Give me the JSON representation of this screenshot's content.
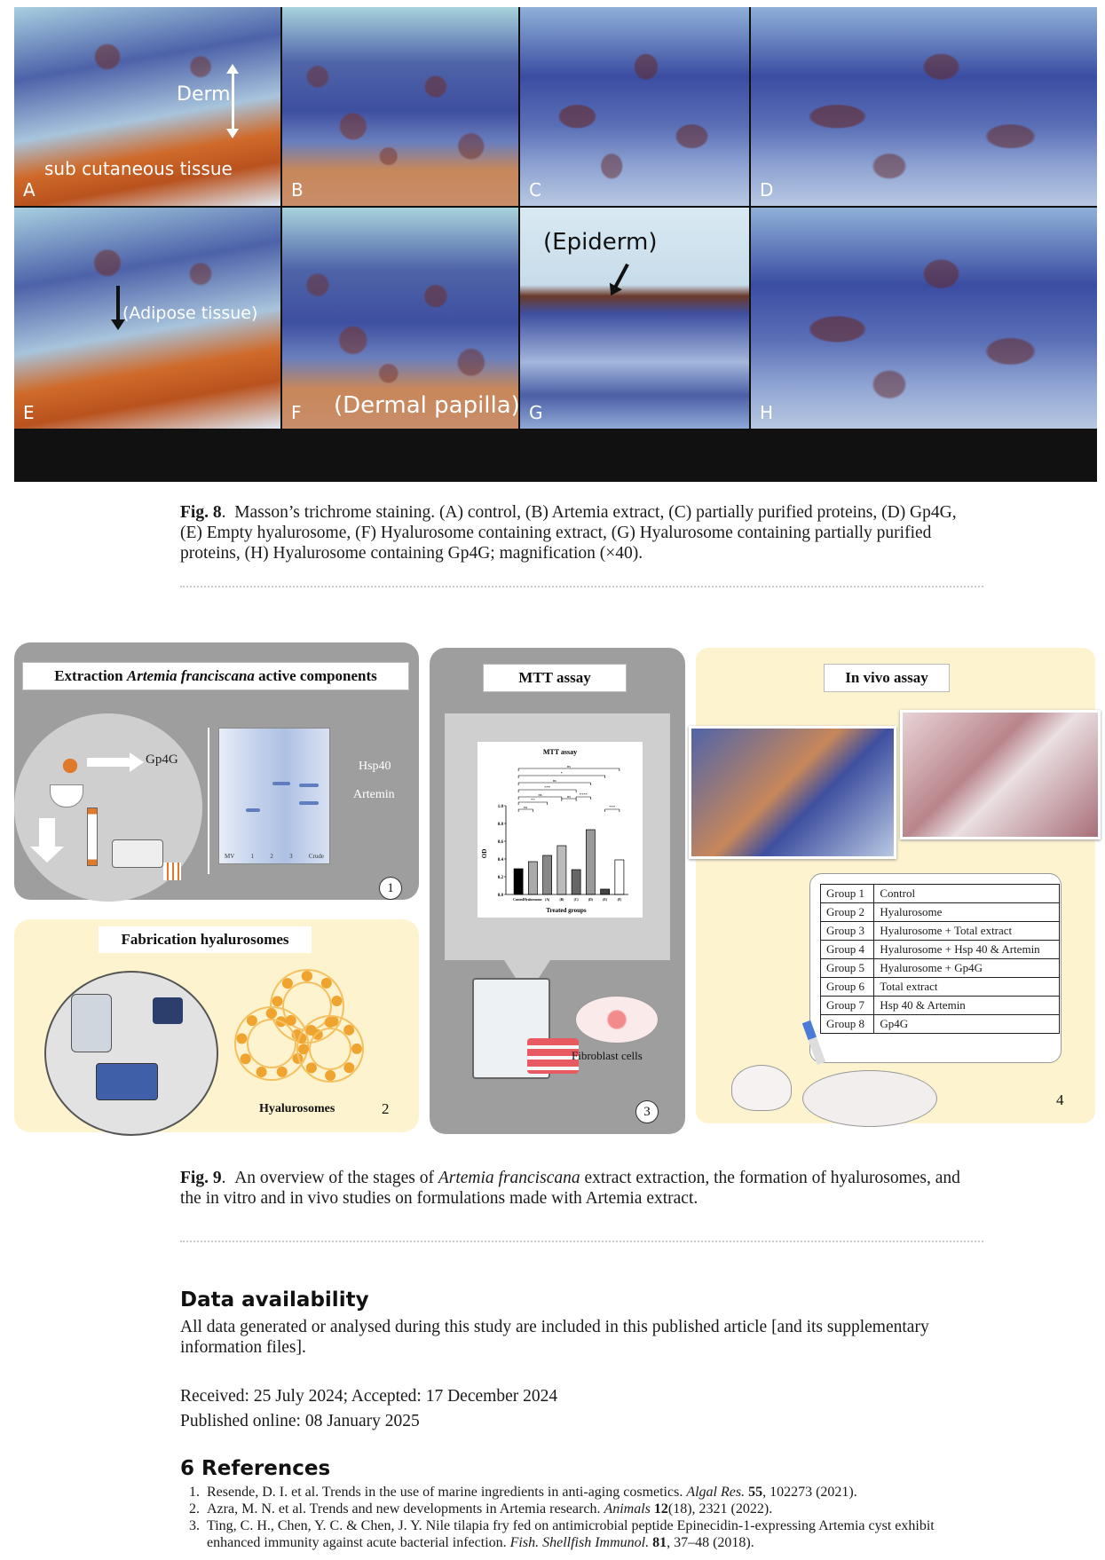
{
  "fig8": {
    "panels": [
      {
        "letter": "A"
      },
      {
        "letter": "B"
      },
      {
        "letter": "C"
      },
      {
        "letter": "D"
      },
      {
        "letter": "E"
      },
      {
        "letter": "F"
      },
      {
        "letter": "G"
      },
      {
        "letter": "H"
      }
    ],
    "labels": {
      "derm": "Derm",
      "subcutaneous": "sub cutaneous tissue",
      "adipose": "(Adipose tissue)",
      "dermal_papilla": "(Dermal papilla)",
      "epiderm": "(Epiderm)"
    },
    "caption": {
      "label": "Fig. 8",
      "text": "Masson’s trichrome staining. (A) control, (B) Artemia extract, (C) partially purified proteins, (D) Gp4G, (E) Empty hyalurosome, (F) Hyalurosome containing extract, (G) Hyalurosome containing partially purified proteins, (H) Hyalurosome containing Gp4G; magnification (×40)."
    }
  },
  "fig9": {
    "box1": {
      "title_prefix": "Extraction ",
      "title_italic": "Artemia franciscana",
      "title_suffix": " active components",
      "gp4g": "Gp4G",
      "hsp40": "Hsp40",
      "artemin": "Artemin",
      "gel_lanes": [
        "MV",
        "1",
        "2",
        "3",
        "Crude"
      ],
      "number": "1"
    },
    "box2": {
      "title": "Fabrication hyalurosomes",
      "caption": "Hyalurosomes",
      "number": "2"
    },
    "box3": {
      "title": "MTT assay",
      "fibroblast": "Fibroblast cells",
      "number": "3"
    },
    "box4": {
      "title": "In vivo assay",
      "number": "4",
      "groups": [
        {
          "group": "Group 1",
          "treatment": "Control"
        },
        {
          "group": "Group 2",
          "treatment": "Hyalurosome"
        },
        {
          "group": "Group 3",
          "treatment": "Hyalurosome + Total extract"
        },
        {
          "group": "Group 4",
          "treatment": "Hyalurosome + Hsp 40 & Artemin"
        },
        {
          "group": "Group 5",
          "treatment": "Hyalurosome + Gp4G"
        },
        {
          "group": "Group 6",
          "treatment": "Total extract"
        },
        {
          "group": "Group 7",
          "treatment": "Hsp 40 & Artemin"
        },
        {
          "group": "Group 8",
          "treatment": "Gp4G"
        }
      ]
    },
    "caption": {
      "label": "Fig. 9",
      "text_before": "An overview of the stages of ",
      "italic": "Artemia franciscana",
      "text_after": " extract extraction, the formation of hyalurosomes, and the in vitro and in vivo studies on formulations made with Artemia extract."
    }
  },
  "chart_data": {
    "type": "bar",
    "title": "MTT assay",
    "xlabel": "Treated groups",
    "ylabel": "OD",
    "ylim": [
      0,
      1.0
    ],
    "yticks": [
      "0.0",
      "0.2",
      "0.4",
      "0.6",
      "0.8",
      "1.0"
    ],
    "categories": [
      "Control",
      "Hyalurosome",
      "(A)",
      "(B)",
      "(C)",
      "(D)",
      "(E)",
      "(F)"
    ],
    "values": [
      0.29,
      0.37,
      0.44,
      0.55,
      0.28,
      0.73,
      0.06,
      0.39
    ],
    "colors": [
      "#000000",
      "#aaaaaa",
      "#888888",
      "#bbbbbb",
      "#666666",
      "#999999",
      "#444444",
      "#ffffff"
    ],
    "significance": [
      "ns",
      "*",
      "ns",
      "***",
      "ns",
      "**",
      "ns",
      "ns",
      "****",
      "***"
    ]
  },
  "data_availability": {
    "heading": "Data availability",
    "text": "All data generated or analysed during this study are included in this published article [and its supplementary information files]."
  },
  "dates": {
    "received": "Received: 25 July 2024; Accepted: 17 December 2024",
    "published": "Published online: 08 January 2025"
  },
  "references": {
    "heading": "6 References",
    "items": [
      {
        "num": "1.",
        "text": "Resende, D. I. et al. Trends in the use of marine ingredients in anti-aging cosmetics. ",
        "journal": "Algal Res.",
        "vol": " 55",
        "rest": ", 102273 (2021)."
      },
      {
        "num": "2.",
        "text": "Azra, M. N. et al. Trends and new developments in Artemia research. ",
        "journal": "Animals",
        "vol": " 12",
        "rest": "(18), 2321 (2022)."
      },
      {
        "num": "3.",
        "text": "Ting, C. H., Chen, Y. C. & Chen, J. Y. Nile tilapia fry fed on antimicrobial peptide Epinecidin-1-expressing Artemia cyst exhibit enhanced immunity against acute bacterial infection. ",
        "journal": "Fish. Shellfish Immunol.",
        "vol": " 81",
        "rest": ", 37–48 (2018)."
      }
    ]
  }
}
